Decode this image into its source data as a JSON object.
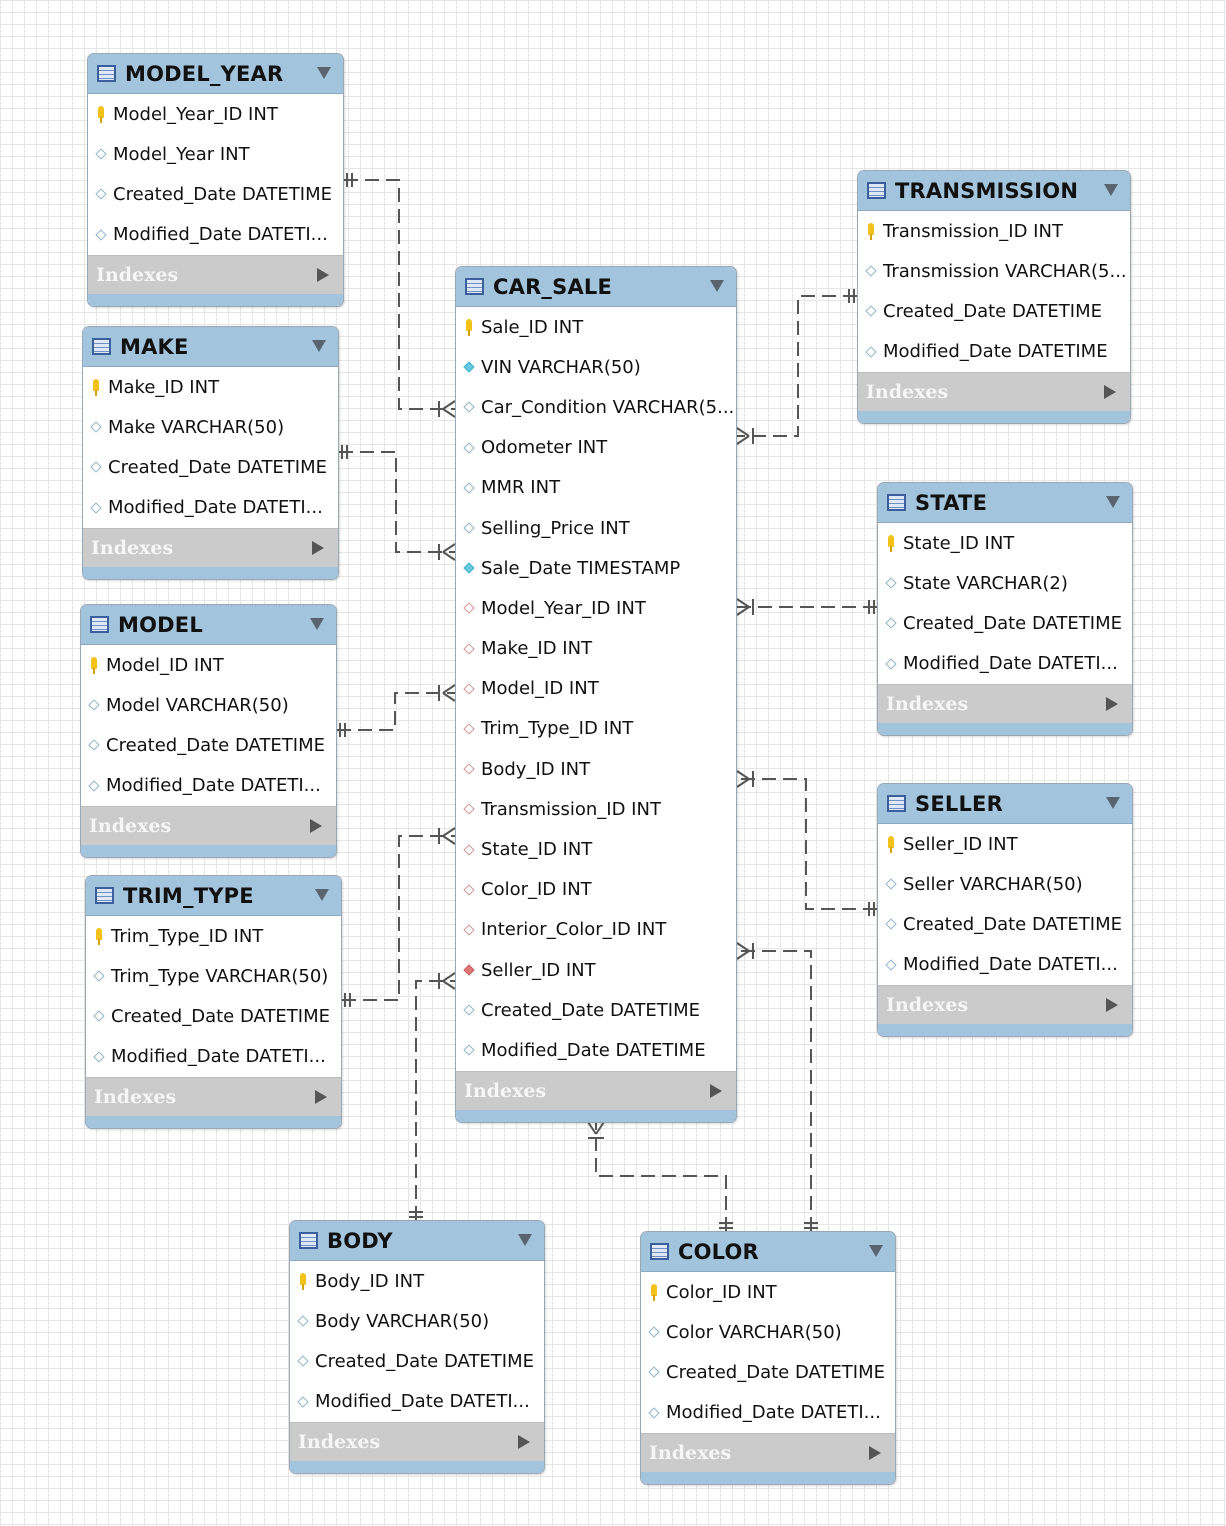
{
  "indexes_label": "Indexes",
  "colors": {
    "header": "#a3c4dd",
    "indexes_bar": "#cbcbcb",
    "relationship_line": "#555555"
  },
  "tables": {
    "model_year": {
      "name": "MODEL_YEAR",
      "columns": [
        {
          "text": "Model_Year_ID INT",
          "icon": "key-icon"
        },
        {
          "text": "Model_Year INT",
          "icon": "column-icon"
        },
        {
          "text": "Created_Date DATETIME",
          "icon": "column-icon"
        },
        {
          "text": "Modified_Date DATETI...",
          "icon": "column-icon"
        }
      ]
    },
    "make": {
      "name": "MAKE",
      "columns": [
        {
          "text": "Make_ID INT",
          "icon": "key-icon"
        },
        {
          "text": "Make VARCHAR(50)",
          "icon": "column-icon"
        },
        {
          "text": "Created_Date DATETIME",
          "icon": "column-icon"
        },
        {
          "text": "Modified_Date DATETI...",
          "icon": "column-icon"
        }
      ]
    },
    "model": {
      "name": "MODEL",
      "columns": [
        {
          "text": "Model_ID INT",
          "icon": "key-icon"
        },
        {
          "text": "Model VARCHAR(50)",
          "icon": "column-icon"
        },
        {
          "text": "Created_Date DATETIME",
          "icon": "column-icon"
        },
        {
          "text": "Modified_Date DATETI...",
          "icon": "column-icon"
        }
      ]
    },
    "trim_type": {
      "name": "TRIM_TYPE",
      "columns": [
        {
          "text": "Trim_Type_ID INT",
          "icon": "key-icon"
        },
        {
          "text": "Trim_Type VARCHAR(50)",
          "icon": "column-icon"
        },
        {
          "text": "Created_Date DATETIME",
          "icon": "column-icon"
        },
        {
          "text": "Modified_Date DATETI...",
          "icon": "column-icon"
        }
      ]
    },
    "car_sale": {
      "name": "CAR_SALE",
      "columns": [
        {
          "text": "Sale_ID INT",
          "icon": "key-icon"
        },
        {
          "text": "VIN VARCHAR(50)",
          "icon": "not-null-column-icon"
        },
        {
          "text": "Car_Condition VARCHAR(5...",
          "icon": "column-icon"
        },
        {
          "text": "Odometer INT",
          "icon": "column-icon"
        },
        {
          "text": "MMR INT",
          "icon": "column-icon"
        },
        {
          "text": "Selling_Price INT",
          "icon": "column-icon"
        },
        {
          "text": "Sale_Date TIMESTAMP",
          "icon": "not-null-column-icon"
        },
        {
          "text": "Model_Year_ID INT",
          "icon": "foreign-key-icon"
        },
        {
          "text": "Make_ID INT",
          "icon": "foreign-key-icon"
        },
        {
          "text": "Model_ID INT",
          "icon": "foreign-key-icon"
        },
        {
          "text": "Trim_Type_ID INT",
          "icon": "foreign-key-icon"
        },
        {
          "text": "Body_ID INT",
          "icon": "foreign-key-icon"
        },
        {
          "text": "Transmission_ID INT",
          "icon": "foreign-key-icon"
        },
        {
          "text": "State_ID INT",
          "icon": "foreign-key-icon"
        },
        {
          "text": "Color_ID INT",
          "icon": "foreign-key-icon"
        },
        {
          "text": "Interior_Color_ID INT",
          "icon": "foreign-key-icon"
        },
        {
          "text": "Seller_ID INT",
          "icon": "not-null-foreign-key-icon"
        },
        {
          "text": "Created_Date DATETIME",
          "icon": "column-icon"
        },
        {
          "text": "Modified_Date DATETIME",
          "icon": "column-icon"
        }
      ]
    },
    "transmission": {
      "name": "TRANSMISSION",
      "columns": [
        {
          "text": "Transmission_ID INT",
          "icon": "key-icon"
        },
        {
          "text": "Transmission VARCHAR(5...",
          "icon": "column-icon"
        },
        {
          "text": "Created_Date DATETIME",
          "icon": "column-icon"
        },
        {
          "text": "Modified_Date DATETIME",
          "icon": "column-icon"
        }
      ]
    },
    "state": {
      "name": "STATE",
      "columns": [
        {
          "text": "State_ID INT",
          "icon": "key-icon"
        },
        {
          "text": "State VARCHAR(2)",
          "icon": "column-icon"
        },
        {
          "text": "Created_Date DATETIME",
          "icon": "column-icon"
        },
        {
          "text": "Modified_Date DATETI...",
          "icon": "column-icon"
        }
      ]
    },
    "seller": {
      "name": "SELLER",
      "columns": [
        {
          "text": "Seller_ID INT",
          "icon": "key-icon"
        },
        {
          "text": "Seller VARCHAR(50)",
          "icon": "column-icon"
        },
        {
          "text": "Created_Date DATETIME",
          "icon": "column-icon"
        },
        {
          "text": "Modified_Date DATETI...",
          "icon": "column-icon"
        }
      ]
    },
    "body": {
      "name": "BODY",
      "columns": [
        {
          "text": "Body_ID INT",
          "icon": "key-icon"
        },
        {
          "text": "Body VARCHAR(50)",
          "icon": "column-icon"
        },
        {
          "text": "Created_Date DATETIME",
          "icon": "column-icon"
        },
        {
          "text": "Modified_Date DATETI...",
          "icon": "column-icon"
        }
      ]
    },
    "color": {
      "name": "COLOR",
      "columns": [
        {
          "text": "Color_ID INT",
          "icon": "key-icon"
        },
        {
          "text": "Color VARCHAR(50)",
          "icon": "column-icon"
        },
        {
          "text": "Created_Date DATETIME",
          "icon": "column-icon"
        },
        {
          "text": "Modified_Date DATETI...",
          "icon": "column-icon"
        }
      ]
    }
  },
  "relationships": [
    {
      "from": "MODEL_YEAR",
      "to": "CAR_SALE",
      "cardinality": "one-to-many"
    },
    {
      "from": "MAKE",
      "to": "CAR_SALE",
      "cardinality": "one-to-many"
    },
    {
      "from": "MODEL",
      "to": "CAR_SALE",
      "cardinality": "one-to-many"
    },
    {
      "from": "TRIM_TYPE",
      "to": "CAR_SALE",
      "cardinality": "one-to-many"
    },
    {
      "from": "BODY",
      "to": "CAR_SALE",
      "cardinality": "one-to-many"
    },
    {
      "from": "TRANSMISSION",
      "to": "CAR_SALE",
      "cardinality": "one-to-many"
    },
    {
      "from": "STATE",
      "to": "CAR_SALE",
      "cardinality": "one-to-many"
    },
    {
      "from": "SELLER",
      "to": "CAR_SALE",
      "cardinality": "one-to-many"
    },
    {
      "from": "COLOR",
      "to": "CAR_SALE",
      "cardinality": "one-to-many",
      "via": "Color_ID"
    },
    {
      "from": "COLOR",
      "to": "CAR_SALE",
      "cardinality": "one-to-many",
      "via": "Interior_Color_ID"
    }
  ]
}
